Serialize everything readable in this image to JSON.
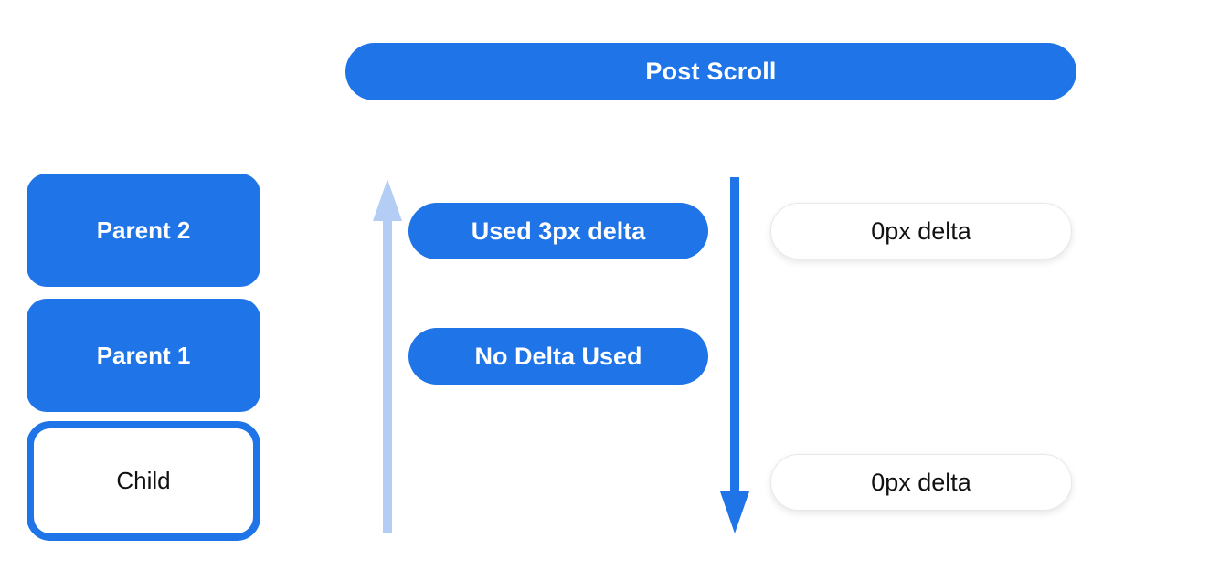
{
  "header": {
    "label": "Post Scroll"
  },
  "left_column": {
    "boxes": [
      {
        "label": "Parent 2",
        "variant": "filled"
      },
      {
        "label": "Parent 1",
        "variant": "filled"
      },
      {
        "label": "Child",
        "variant": "outlined"
      }
    ]
  },
  "middle_column": {
    "pills": [
      {
        "label": "Used 3px delta"
      },
      {
        "label": "No Delta Used"
      }
    ]
  },
  "right_column": {
    "pills": [
      {
        "label": "0px delta"
      },
      {
        "label": "0px delta"
      }
    ]
  },
  "arrows": {
    "up": {
      "direction": "up",
      "color": "#b4cdf4"
    },
    "down": {
      "direction": "down",
      "color": "#1f74e8"
    }
  },
  "colors": {
    "primary_blue": "#1f74e8",
    "light_blue": "#b4cdf4",
    "white": "#ffffff",
    "text_dark": "#111111",
    "white_pill_border": "#e8e8e8"
  }
}
